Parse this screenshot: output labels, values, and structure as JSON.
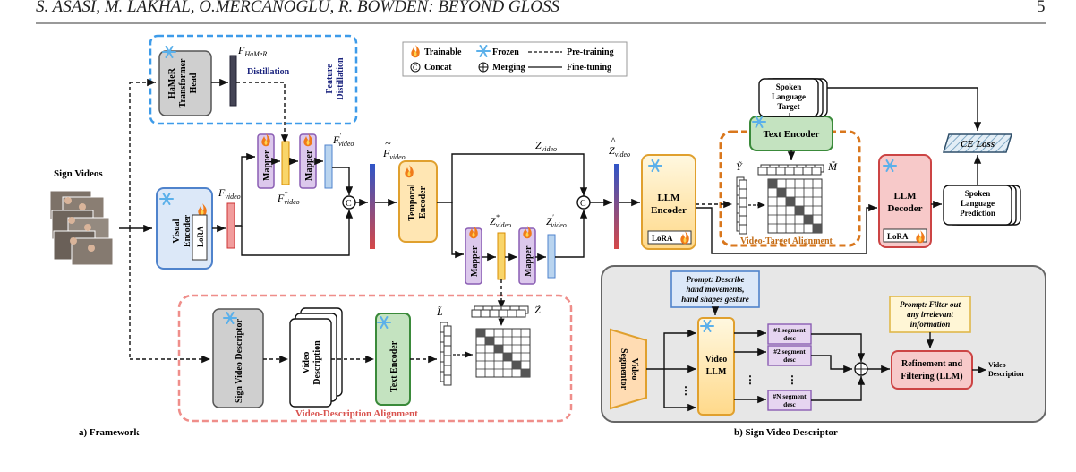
{
  "header": {
    "running_title": "S. ASASI, M. LAKHAL, O.MERCANOGLU, R. BOWDEN: BEYOND GLOSS",
    "page_number": "5"
  },
  "legend": {
    "trainable": "Trainable",
    "frozen": "Frozen",
    "pretraining": "Pre-training",
    "concat": "Concat",
    "merging": "Merging",
    "finetuning": "Fine-tuning"
  },
  "framework": {
    "label": "a) Framework",
    "sign_videos": "Sign Videos",
    "visual_encoder": [
      "Visual",
      "Encoder"
    ],
    "lora": "LoRA",
    "hamer_head": [
      "HaMeR",
      "Transformer",
      "Head"
    ],
    "distillation": "Distillation",
    "feature_distillation": [
      "Feature",
      "Distillation"
    ],
    "mapper": "Mapper",
    "temporal_encoder": [
      "Temporal",
      "Encoder"
    ],
    "llm_encoder": [
      "LLM",
      "Encoder"
    ],
    "llm_decoder": [
      "LLM",
      "Decoder"
    ],
    "text_encoder": "Text Encoder",
    "ce_loss": "CE Loss",
    "spoken_target": [
      "Spoken",
      "Language",
      "Target"
    ],
    "spoken_prediction": [
      "Spoken",
      "Language",
      "Prediction"
    ],
    "video_target_alignment": "Video-Target Alignment",
    "sign_video_descriptor": "Sign Video Descriptor",
    "video_description": [
      "Video",
      "Description"
    ],
    "video_description_alignment": "Video-Description Alignment",
    "concat_symbol": "C",
    "vars": {
      "f_hamer": [
        "F",
        "HaMeR"
      ],
      "f_video": [
        "F",
        "video"
      ],
      "f_video_prime": [
        "F",
        "video",
        "′"
      ],
      "f_video_star": [
        "F",
        "video",
        "*"
      ],
      "f_video_tilde": [
        "F",
        "video"
      ],
      "z_video": [
        "Z",
        "video"
      ],
      "z_video_star": [
        "Z",
        "video",
        "*"
      ],
      "z_video_prime": [
        "Z",
        "video",
        "′"
      ],
      "z_video_hat": [
        "Z",
        "video"
      ],
      "y_tilde": "Ỹ",
      "m_tilde": "M̃",
      "l_tilde": "L̃",
      "z_tilde": "Z̃"
    }
  },
  "descriptor": {
    "label": "b) Sign Video Descriptor",
    "prompt1": [
      "Prompt: Describe",
      "hand movements,",
      "hand shapes gesture"
    ],
    "prompt2": [
      "Prompt: Filter out",
      "any irrelevant",
      "information"
    ],
    "video_segmentor": [
      "Video",
      "Segmentor"
    ],
    "video_llm": [
      "Video",
      "LLM"
    ],
    "segments": [
      [
        "#1 segment",
        "desc"
      ],
      [
        "#2 segment",
        "desc"
      ],
      [
        "#N segment",
        "desc"
      ]
    ],
    "refinement": [
      "Refinement and",
      "Filtering (LLM)"
    ],
    "output": [
      "Video",
      "Description"
    ],
    "ellipsis": "⋮"
  },
  "colors": {
    "frozen": "#5bb0ea",
    "trainable": "#f07a1a",
    "pretrain_box": "#3d9be9",
    "video_target_box": "#d9771d",
    "video_desc_box": "#ef8e8a",
    "visual_encoder": "#dce8f8",
    "mapper": "#dcc8ec",
    "temporal_encoder": "#ffe6b3",
    "llm_encoder": "#ffe3b0",
    "llm_decoder": "#f7c9c9",
    "text_encoder": "#c4e3c0",
    "descriptor_bg": "#e7e7e7",
    "segment_box": "#e6d5f0"
  }
}
